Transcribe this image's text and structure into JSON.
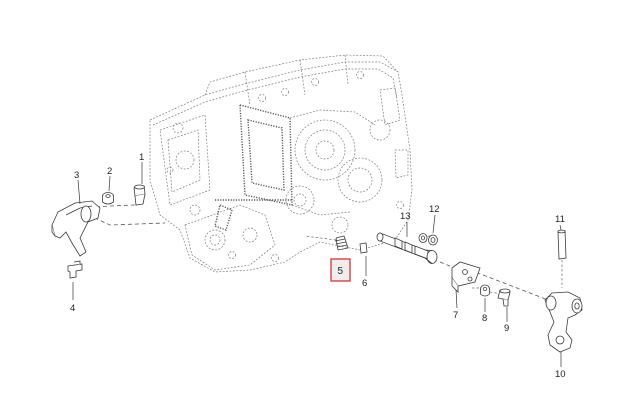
{
  "diagram": {
    "callouts": [
      {
        "label": "1"
      },
      {
        "label": "2"
      },
      {
        "label": "3"
      },
      {
        "label": "4"
      },
      {
        "label": "5",
        "highlighted": true
      },
      {
        "label": "6"
      },
      {
        "label": "7"
      },
      {
        "label": "8"
      },
      {
        "label": "9"
      },
      {
        "label": "10"
      },
      {
        "label": "11"
      },
      {
        "label": "12"
      },
      {
        "label": "13"
      }
    ],
    "highlight_color": "#e03030",
    "highlight_fill": "#eeeeee"
  }
}
